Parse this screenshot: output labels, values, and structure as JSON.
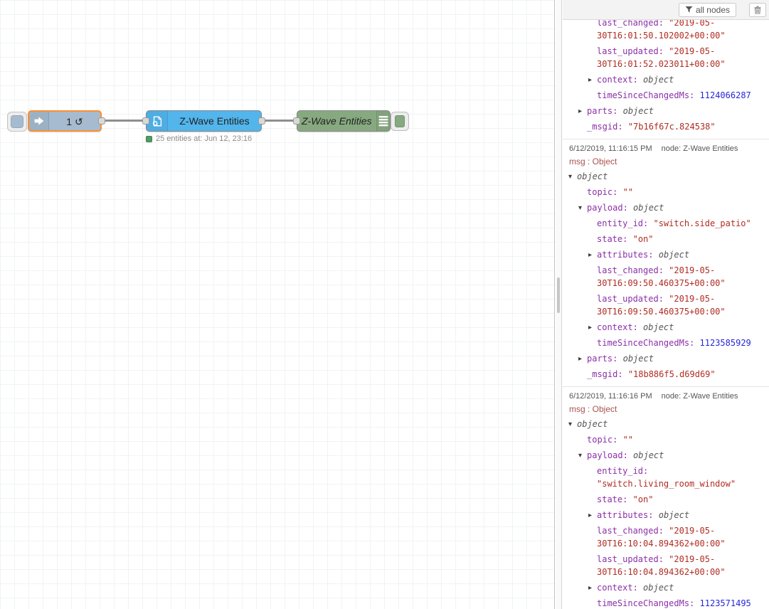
{
  "canvas": {
    "inject_node": {
      "label": "1 ↺"
    },
    "entities_node": {
      "label": "Z-Wave Entities",
      "status": "25 entities at: Jun 12, 23:16"
    },
    "debug_node": {
      "label": "Z-Wave Entities"
    }
  },
  "colors": {
    "selected_border": "#ff8f2e",
    "inject_fill": "#a6bbcf",
    "entities_fill": "#52b5ec",
    "debug_fill": "#87a980",
    "status_green": "#4f9e63",
    "key_purple": "#8b2fa8",
    "string_red": "#b02c23",
    "number_blue": "#2626d9"
  },
  "sidebar": {
    "toolbar": {
      "filter_label": "all nodes",
      "trash_icon": "trash-icon",
      "filter_icon": "funnel-icon"
    },
    "messages": [
      {
        "clipped": true,
        "rows": [
          {
            "i": 2,
            "k": "last_changed:",
            "v": "\"2019-05-30T16:01:50.102002+00:00\"",
            "t": "str"
          },
          {
            "i": 2,
            "k": "last_updated:",
            "v": "\"2019-05-30T16:01:52.023011+00:00\"",
            "t": "str"
          },
          {
            "i": 2,
            "a": "r",
            "k": "context:",
            "v": "object",
            "t": "obj"
          },
          {
            "i": 2,
            "k": "timeSinceChangedMs:",
            "v": "1124066287",
            "t": "num"
          },
          {
            "i": 1,
            "a": "r",
            "k": "parts:",
            "v": "object",
            "t": "obj"
          },
          {
            "i": 1,
            "k": "_msgid:",
            "v": "\"7b16f67c.824538\"",
            "t": "str"
          }
        ]
      },
      {
        "header": {
          "time": "6/12/2019, 11:16:15 PM",
          "node": "node: Z-Wave Entities"
        },
        "msg_line": "msg : Object",
        "rows": [
          {
            "i": 0,
            "a": "d",
            "k": "",
            "v": "object",
            "t": "obj"
          },
          {
            "i": 1,
            "k": "topic:",
            "v": "\"\"",
            "t": "str"
          },
          {
            "i": 1,
            "a": "d",
            "k": "payload:",
            "v": "object",
            "t": "obj"
          },
          {
            "i": 2,
            "k": "entity_id:",
            "v": "\"switch.side_patio\"",
            "t": "str"
          },
          {
            "i": 2,
            "k": "state:",
            "v": "\"on\"",
            "t": "str"
          },
          {
            "i": 2,
            "a": "r",
            "k": "attributes:",
            "v": "object",
            "t": "obj"
          },
          {
            "i": 2,
            "k": "last_changed:",
            "v": "\"2019-05-30T16:09:50.460375+00:00\"",
            "t": "str"
          },
          {
            "i": 2,
            "k": "last_updated:",
            "v": "\"2019-05-30T16:09:50.460375+00:00\"",
            "t": "str"
          },
          {
            "i": 2,
            "a": "r",
            "k": "context:",
            "v": "object",
            "t": "obj"
          },
          {
            "i": 2,
            "k": "timeSinceChangedMs:",
            "v": "1123585929",
            "t": "num"
          },
          {
            "i": 1,
            "a": "r",
            "k": "parts:",
            "v": "object",
            "t": "obj"
          },
          {
            "i": 1,
            "k": "_msgid:",
            "v": "\"18b886f5.d69d69\"",
            "t": "str"
          }
        ]
      },
      {
        "header": {
          "time": "6/12/2019, 11:16:16 PM",
          "node": "node: Z-Wave Entities"
        },
        "msg_line": "msg : Object",
        "rows": [
          {
            "i": 0,
            "a": "d",
            "k": "",
            "v": "object",
            "t": "obj"
          },
          {
            "i": 1,
            "k": "topic:",
            "v": "\"\"",
            "t": "str"
          },
          {
            "i": 1,
            "a": "d",
            "k": "payload:",
            "v": "object",
            "t": "obj"
          },
          {
            "i": 2,
            "k": "entity_id:",
            "v": "\"switch.living_room_window\"",
            "t": "str"
          },
          {
            "i": 2,
            "k": "state:",
            "v": "\"on\"",
            "t": "str"
          },
          {
            "i": 2,
            "a": "r",
            "k": "attributes:",
            "v": "object",
            "t": "obj"
          },
          {
            "i": 2,
            "k": "last_changed:",
            "v": "\"2019-05-30T16:10:04.894362+00:00\"",
            "t": "str"
          },
          {
            "i": 2,
            "k": "last_updated:",
            "v": "\"2019-05-30T16:10:04.894362+00:00\"",
            "t": "str"
          },
          {
            "i": 2,
            "a": "r",
            "k": "context:",
            "v": "object",
            "t": "obj"
          },
          {
            "i": 2,
            "k": "timeSinceChangedMs:",
            "v": "1123571495",
            "t": "num"
          }
        ]
      }
    ]
  }
}
